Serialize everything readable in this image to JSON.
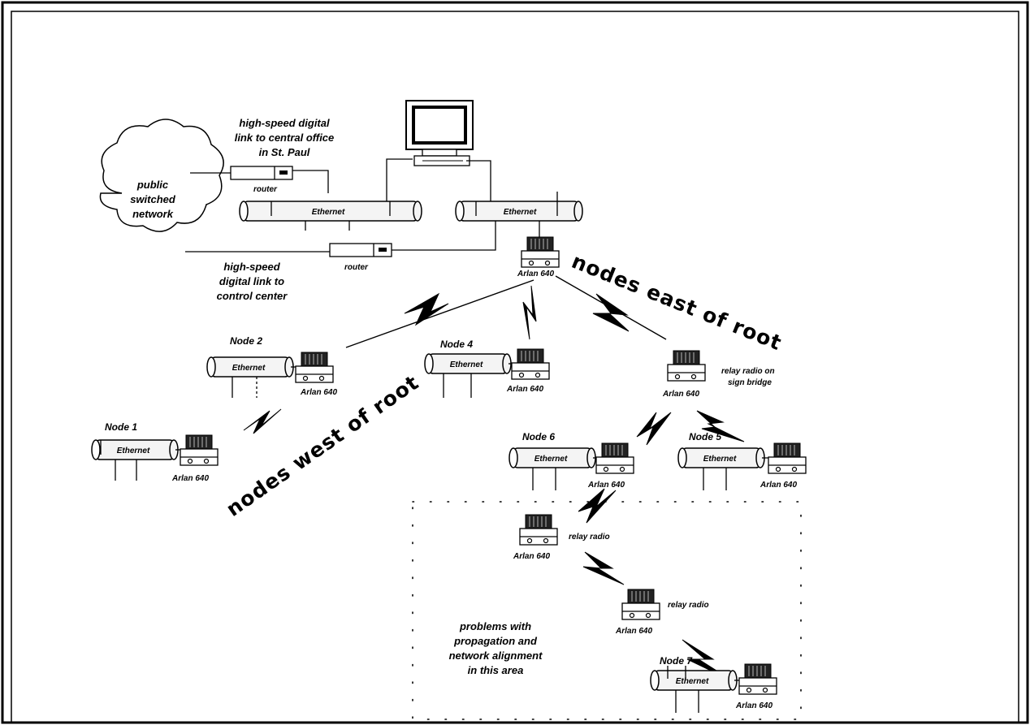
{
  "labels": {
    "link_central_office": [
      "high-speed digital",
      "link to central office",
      "in St. Paul"
    ],
    "cloud": [
      "public",
      "switched",
      "network"
    ],
    "router_top": "router",
    "router_bottom": "router",
    "link_control_center": [
      "high-speed",
      "digital link to",
      "control center"
    ],
    "ethernet": "Ethernet",
    "radio_model": "Arlan 640",
    "nodes_east": "nodes east of root",
    "nodes_west": "nodes west of root",
    "relay_sign_bridge": [
      "relay radio on",
      "sign bridge"
    ],
    "relay_radio": "relay radio",
    "problem_area": [
      "problems with",
      "propagation and",
      "network alignment",
      "in this area"
    ]
  },
  "nodes": [
    {
      "id": "node-1",
      "label": "Node 1"
    },
    {
      "id": "node-2",
      "label": "Node 2"
    },
    {
      "id": "node-4",
      "label": "Node 4"
    },
    {
      "id": "node-5",
      "label": "Node 5"
    },
    {
      "id": "node-6",
      "label": "Node 6"
    },
    {
      "id": "node-7",
      "label": "Node 7"
    }
  ]
}
